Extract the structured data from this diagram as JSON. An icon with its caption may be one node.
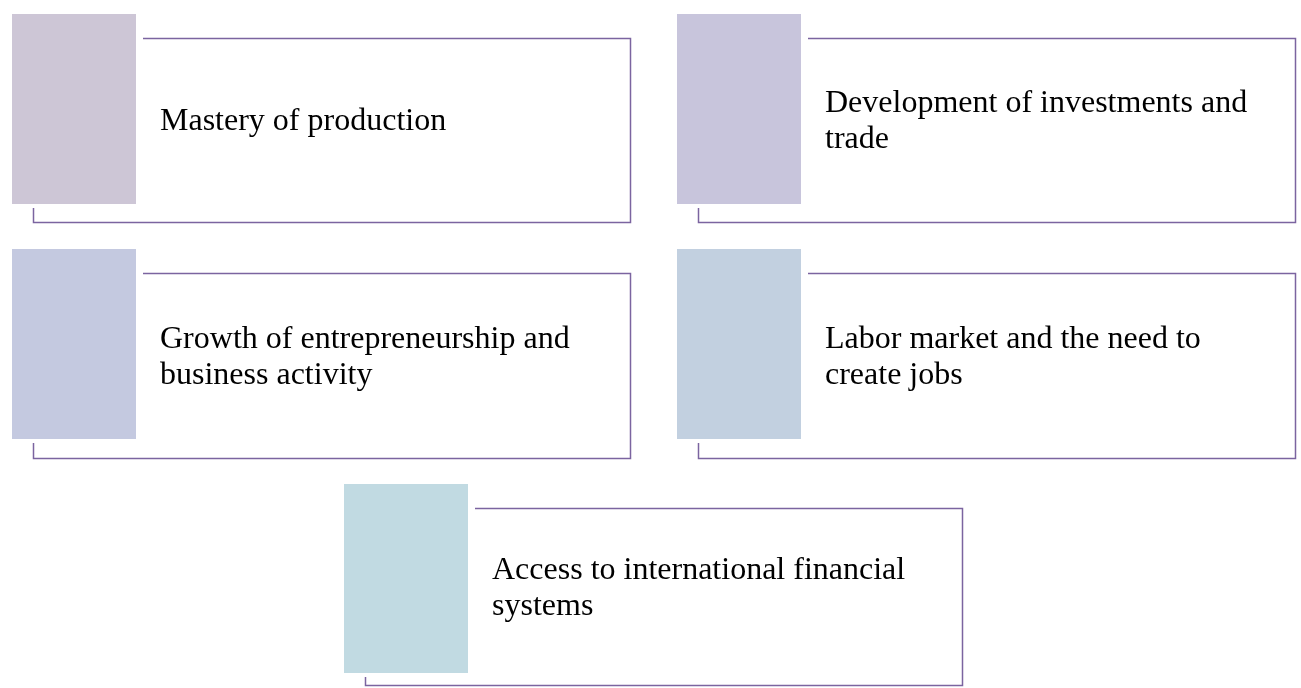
{
  "diagram": {
    "nodes": [
      {
        "text": [
          "Mastery of production"
        ]
      },
      {
        "text": [
          "Development of investments and trade"
        ]
      },
      {
        "text": [
          "Growth of entrepreneurship and business activity"
        ]
      },
      {
        "text": [
          "Labor market and the need to create jobs"
        ]
      },
      {
        "text": [
          "Access to international financial systems"
        ]
      }
    ]
  }
}
